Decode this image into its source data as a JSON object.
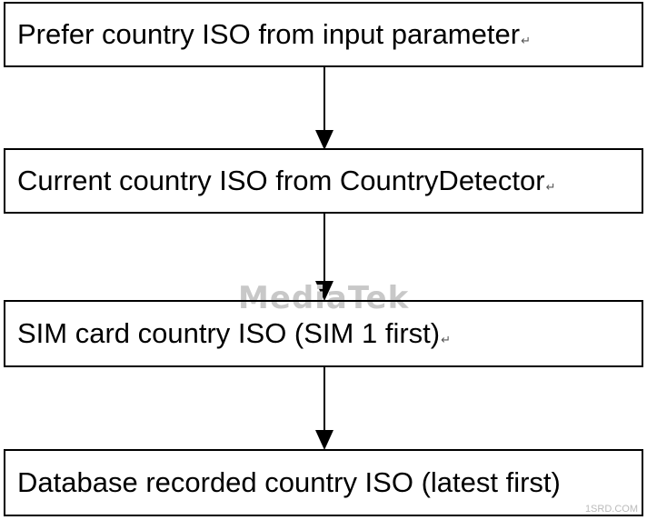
{
  "flow": {
    "steps": [
      {
        "text": "Prefer country ISO from input parameter",
        "mark": "↵"
      },
      {
        "text": "Current country ISO from CountryDetector",
        "mark": "↵"
      },
      {
        "text": "SIM card country ISO (SIM 1 first)",
        "mark": "↵"
      },
      {
        "text": "Database recorded country ISO (latest first)",
        "mark": ""
      }
    ]
  },
  "watermark": {
    "text": "MediaTek"
  },
  "corner_watermark": {
    "text": "1SRD.COM"
  }
}
